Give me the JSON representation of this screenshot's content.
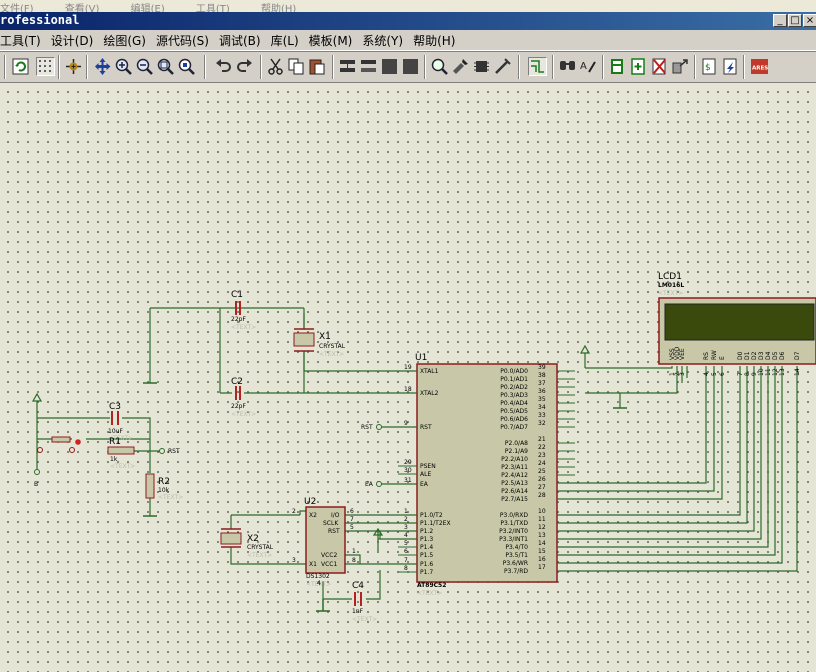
{
  "window": {
    "ghost_menu": [
      "文件(F)",
      "查看(V)",
      "编辑(E)",
      "工具(T)",
      "帮助(H)"
    ],
    "title": "rofessional",
    "buttons": {
      "minimize": "_",
      "restore": "□",
      "close": "×"
    }
  },
  "menubar": [
    "工具(T)",
    "设计(D)",
    "绘图(G)",
    "源代码(S)",
    "调试(B)",
    "库(L)",
    "模板(M)",
    "系统(Y)",
    "帮助(H)"
  ],
  "toolbar": {
    "icons": [
      "refresh-icon",
      "grid-icon",
      "origin-icon",
      "pan-icon",
      "zoom-in-icon",
      "zoom-out-icon",
      "zoom-all-icon",
      "zoom-area-icon",
      "undo-icon",
      "redo-icon",
      "cut-icon",
      "copy-icon",
      "paste-icon",
      "block-copy-icon",
      "block-move-icon",
      "block-rotate-icon",
      "block-delete-icon",
      "pick-device-icon",
      "make-device-icon",
      "package-icon",
      "decompose-icon",
      "wire-autorouter-icon",
      "search-icon",
      "property-tool-icon",
      "design-explorer-icon",
      "new-sheet-icon",
      "remove-sheet-icon",
      "goto-sheet-icon",
      "bill-of-materials-icon",
      "erc-icon",
      "ares-icon"
    ],
    "ares_label": "ARES",
    "accent": "#0a246a"
  },
  "schematic": {
    "colors": {
      "wire": "#2a6b2a",
      "body": "#c8c8a8",
      "outline": "#8c1c1c",
      "text": "#000000",
      "hint": "#bcbcaa",
      "lcd_screen": "#3a4a0c",
      "cap_plate": "#b22222"
    },
    "components": {
      "C1": {
        "ref": "C1",
        "value": "22pF",
        "hint": "<TEXT>"
      },
      "C2": {
        "ref": "C2",
        "value": "22pF",
        "hint": "<TEXT>"
      },
      "C3": {
        "ref": "C3",
        "value": "10uF",
        "hint": "<TEXT>"
      },
      "C4": {
        "ref": "C4",
        "value": "1nF",
        "hint": "<TEXT>"
      },
      "X1": {
        "ref": "X1",
        "value": "CRYSTAL",
        "hint": "<TEXT>"
      },
      "X2": {
        "ref": "X2",
        "value": "CRYSTAL",
        "hint": "<TEXT>"
      },
      "R1": {
        "ref": "R1",
        "value": "1k",
        "hint": "<TEXT>"
      },
      "R2": {
        "ref": "R2",
        "value": "10k",
        "hint": "<TEXT>"
      },
      "U1": {
        "ref": "U1",
        "part": "AT89C52",
        "hint": "<TEXT>"
      },
      "U2": {
        "ref": "U2",
        "part": "DS1302",
        "hint": "<TEXT>"
      },
      "LCD1": {
        "ref": "LCD1",
        "part": "LM016L",
        "hint": "<TEXT>"
      },
      "B": {
        "ref": "B"
      }
    },
    "u1_left_pins": [
      {
        "num": "19",
        "name": "XTAL1"
      },
      {
        "num": "18",
        "name": "XTAL2"
      },
      {
        "num": "9",
        "name": "RST"
      },
      {
        "num": "29",
        "name": "PSEN"
      },
      {
        "num": "30",
        "name": "ALE"
      },
      {
        "num": "31",
        "name": "EA"
      },
      {
        "num": "1",
        "name": "P1.0/T2"
      },
      {
        "num": "2",
        "name": "P1.1/T2EX"
      },
      {
        "num": "3",
        "name": "P1.2"
      },
      {
        "num": "4",
        "name": "P1.3"
      },
      {
        "num": "5",
        "name": "P1.4"
      },
      {
        "num": "6",
        "name": "P1.5"
      },
      {
        "num": "7",
        "name": "P1.6"
      },
      {
        "num": "8",
        "name": "P1.7"
      }
    ],
    "u1_right_pins": [
      {
        "num": "39",
        "name": "P0.0/AD0"
      },
      {
        "num": "38",
        "name": "P0.1/AD1"
      },
      {
        "num": "37",
        "name": "P0.2/AD2"
      },
      {
        "num": "36",
        "name": "P0.3/AD3"
      },
      {
        "num": "35",
        "name": "P0.4/AD4"
      },
      {
        "num": "34",
        "name": "P0.5/AD5"
      },
      {
        "num": "33",
        "name": "P0.6/AD6"
      },
      {
        "num": "32",
        "name": "P0.7/AD7"
      },
      {
        "num": "21",
        "name": "P2.0/A8"
      },
      {
        "num": "22",
        "name": "P2.1/A9"
      },
      {
        "num": "23",
        "name": "P2.2/A10"
      },
      {
        "num": "24",
        "name": "P2.3/A11"
      },
      {
        "num": "25",
        "name": "P2.4/A12"
      },
      {
        "num": "26",
        "name": "P2.5/A13"
      },
      {
        "num": "27",
        "name": "P2.6/A14"
      },
      {
        "num": "28",
        "name": "P2.7/A15"
      },
      {
        "num": "10",
        "name": "P3.0/RXD"
      },
      {
        "num": "11",
        "name": "P3.1/TXD"
      },
      {
        "num": "12",
        "name": "P3.2/INT0"
      },
      {
        "num": "13",
        "name": "P3.3/INT1"
      },
      {
        "num": "14",
        "name": "P3.4/T0"
      },
      {
        "num": "15",
        "name": "P3.5/T1"
      },
      {
        "num": "16",
        "name": "P3.6/WR"
      },
      {
        "num": "17",
        "name": "P3.7/RD"
      }
    ],
    "u2_pins": {
      "left": [
        {
          "num": "2",
          "name": "X2"
        },
        {
          "num": "3",
          "name": "X1"
        }
      ],
      "right": [
        {
          "num": "6",
          "name": "I/O"
        },
        {
          "num": "7",
          "name": "SCLK"
        },
        {
          "num": "5",
          "name": "RST"
        },
        {
          "num": "1",
          "name": "VCC2"
        },
        {
          "num": "8",
          "name": "VCC1"
        }
      ],
      "gnd": "4"
    },
    "lcd_pins": [
      {
        "num": "1",
        "name": "VSS"
      },
      {
        "num": "2",
        "name": "VDD"
      },
      {
        "num": "3",
        "name": "VEE"
      },
      {
        "num": "4",
        "name": "RS"
      },
      {
        "num": "5",
        "name": "RW"
      },
      {
        "num": "6",
        "name": "E"
      },
      {
        "num": "7",
        "name": "D0"
      },
      {
        "num": "8",
        "name": "D1"
      },
      {
        "num": "9",
        "name": "D2"
      },
      {
        "num": "10",
        "name": "D3"
      },
      {
        "num": "11",
        "name": "D4"
      },
      {
        "num": "12",
        "name": "D5"
      },
      {
        "num": "13",
        "name": "D6"
      },
      {
        "num": "14",
        "name": "D7"
      }
    ],
    "terminals": {
      "rst": "RST",
      "ea": "EA",
      "b": "B"
    }
  }
}
